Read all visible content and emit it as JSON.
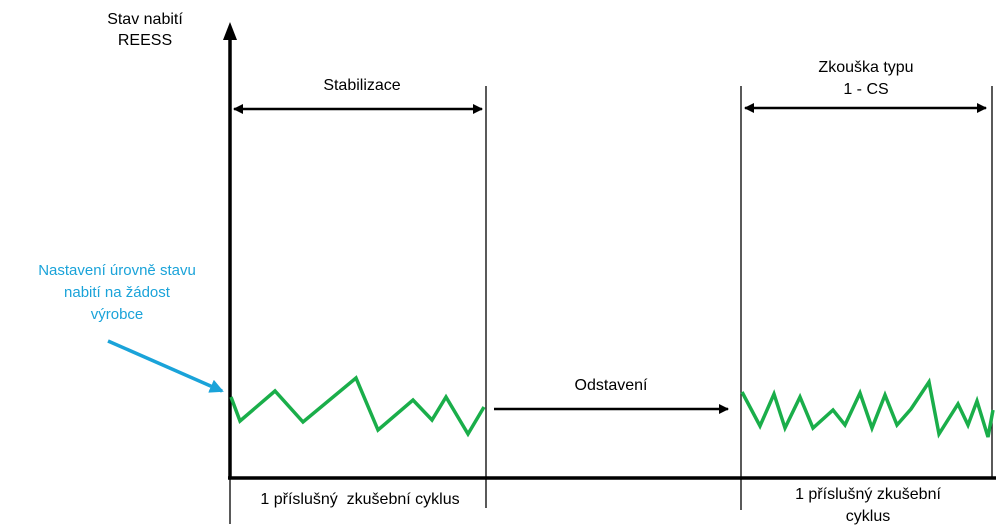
{
  "axis": {
    "y_label_line1": "Stav nabití",
    "y_label_line2": "REESS"
  },
  "phases": {
    "stabilization_label": "Stabilizace",
    "soak_label": "Odstavení",
    "cs_test_label_line1": "Zkouška typu",
    "cs_test_label_line2": "1 - CS"
  },
  "cycles": {
    "first_label": "1 příslušný  zkušební cyklus",
    "second_label_line1": "1 příslušný zkušební",
    "second_label_line2": "cyklus"
  },
  "callout": {
    "line1": "Nastavení úrovně stavu",
    "line2": "nabití na žádost",
    "line3": "výrobce"
  },
  "colors": {
    "signal": "#1aae4a",
    "callout": "#1aa3d9",
    "axis": "#000000"
  }
}
